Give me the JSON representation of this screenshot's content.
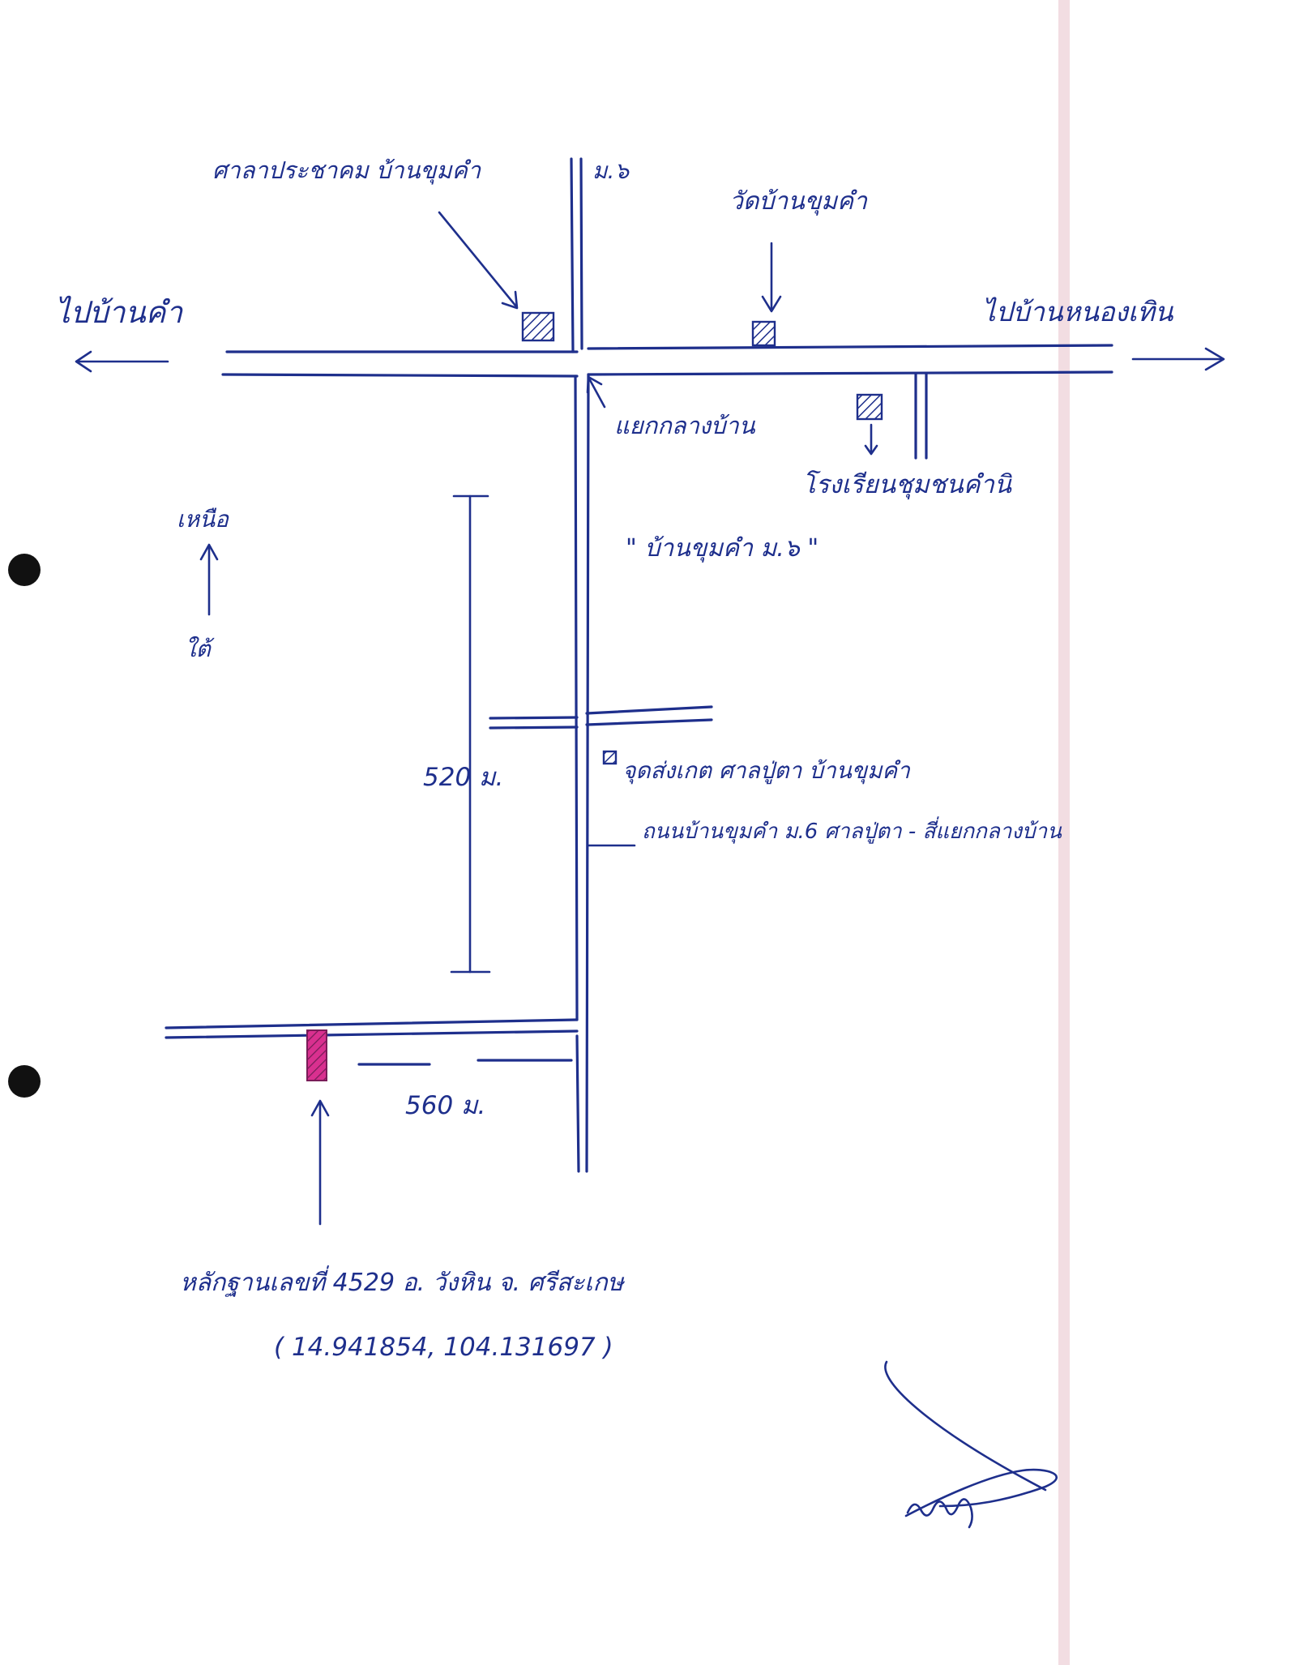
{
  "colors": {
    "ink": "#1e2f8c",
    "highlight": "#d9308f",
    "hole": "#111111",
    "page_edge": "#f2dde2"
  },
  "labels": {
    "hall": "ศาลาประชาคม บ้านขุมคำ",
    "moo6_top": "ม.๖",
    "temple": "วัดบ้านขุมคำ",
    "to_west": "ไปบ้านคำ",
    "to_east": "ไปบ้านหนองเทิน",
    "junction": "แยกกลางบ้าน",
    "school": "โรงเรียนชุมชนคำนิ",
    "village": "\" บ้านขุมคำ ม.๖ \"",
    "north": "เหนือ",
    "south": "ใต้",
    "distance_vertical": "520 ม.",
    "distance_horizontal": "560 ม.",
    "checkpoint": "จุดส่งเกต ศาลปู่ตา บ้านขุมคำ",
    "road_desc": "ถนนบ้านขุมคำ ม.6 ศาลปู่ตา - สี่แยกกลางบ้าน",
    "parcel": "หลักฐานเลขที่ 4529 อ. วังหิน จ. ศรีสะเกษ",
    "coords": "( 14.941854, 104.131697 )"
  },
  "icons": [
    "hatched-square-icon",
    "arrow-icon",
    "signature-icon"
  ]
}
